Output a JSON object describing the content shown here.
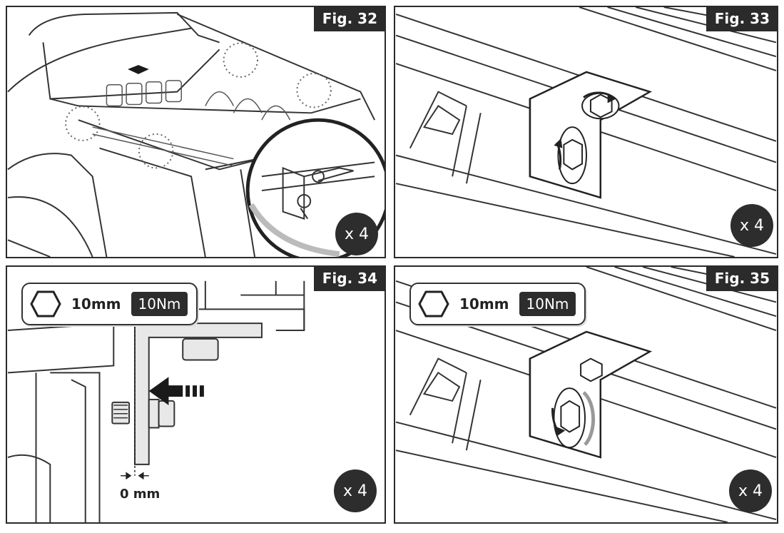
{
  "figures": {
    "fig32": {
      "label": "Fig. 32",
      "quantity": "x 4"
    },
    "fig33": {
      "label": "Fig. 33",
      "quantity": "x 4"
    },
    "fig34": {
      "label": "Fig. 34",
      "quantity": "x 4",
      "tool_size": "10mm",
      "torque": "10Nm",
      "gap": "0 mm"
    },
    "fig35": {
      "label": "Fig. 35",
      "quantity": "x 4",
      "tool_size": "10mm",
      "torque": "10Nm"
    }
  },
  "icons": {
    "tool": "hex-wrench-icon",
    "tighten": "rotate-arrow-icon",
    "push": "push-arrow-icon"
  },
  "colors": {
    "ink": "#2b2b2b",
    "gray": "#9a9a9a"
  }
}
